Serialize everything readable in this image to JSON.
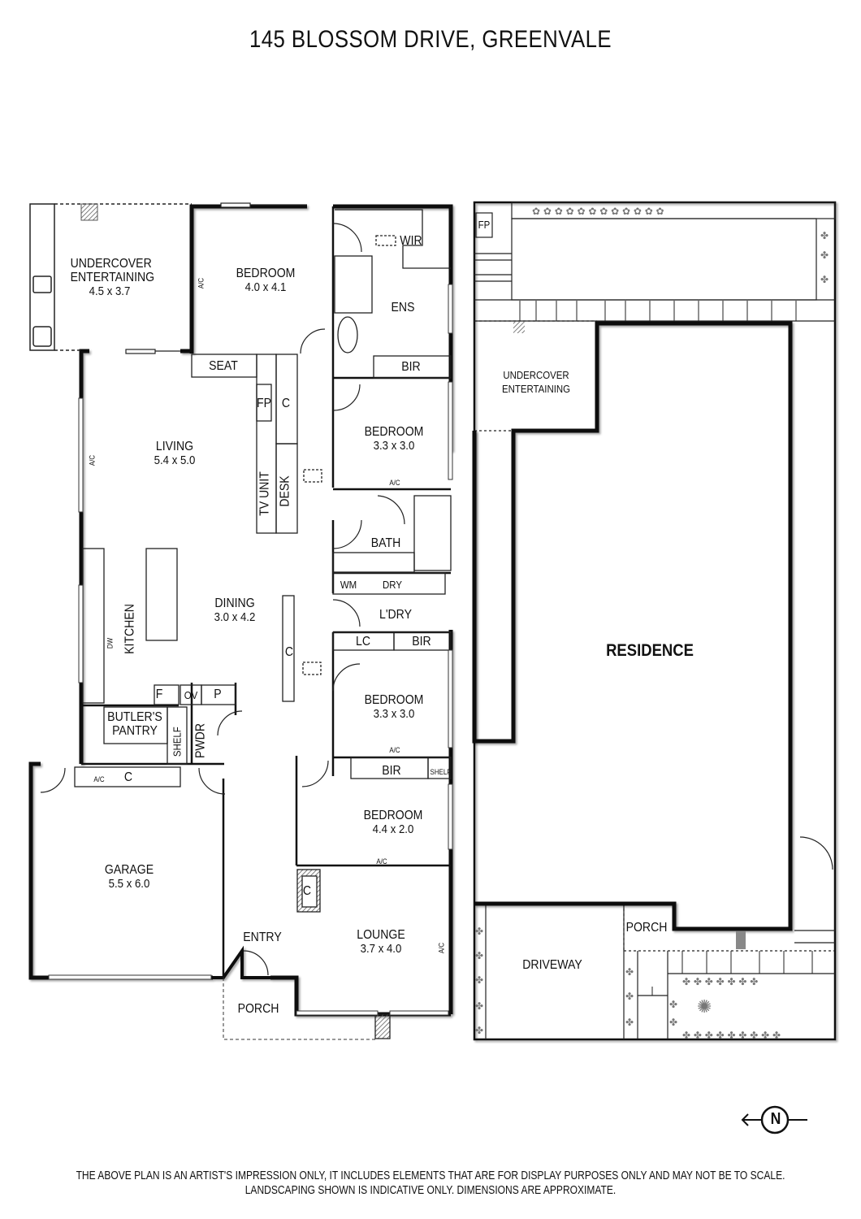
{
  "title": "145 BLOSSOM DRIVE, GREENVALE",
  "floor_plan": {
    "rooms": [
      {
        "name": "UNDERCOVER\nENTERTAINING",
        "line1": "UNDERCOVER",
        "line2": "ENTERTAINING",
        "dim": "4.5 x 3.7"
      },
      {
        "name": "BEDROOM",
        "dim": "4.0 x 4.1"
      },
      {
        "name": "WIR"
      },
      {
        "name": "ENS"
      },
      {
        "name": "BIR"
      },
      {
        "name": "SEAT"
      },
      {
        "name": "FP"
      },
      {
        "name": "C"
      },
      {
        "name": "LIVING",
        "dim": "5.4 x 5.0"
      },
      {
        "name": "BEDROOM",
        "dim": "3.3 x 3.0"
      },
      {
        "name": "TV UNIT"
      },
      {
        "name": "DESK"
      },
      {
        "name": "BATH"
      },
      {
        "name": "WM"
      },
      {
        "name": "DRY"
      },
      {
        "name": "L'DRY"
      },
      {
        "name": "KITCHEN"
      },
      {
        "name": "DINING",
        "dim": "3.0 x 4.2"
      },
      {
        "name": "DW"
      },
      {
        "name": "C"
      },
      {
        "name": "LC"
      },
      {
        "name": "BIR"
      },
      {
        "name": "BEDROOM",
        "dim": "3.3 x 3.0"
      },
      {
        "name": "F"
      },
      {
        "name": "OV"
      },
      {
        "name": "P"
      },
      {
        "name": "BUTLER'S",
        "line2": "PANTRY"
      },
      {
        "name": "SHELF"
      },
      {
        "name": "PWDR"
      },
      {
        "name": "C"
      },
      {
        "name": "BIR"
      },
      {
        "name": "SHELF"
      },
      {
        "name": "BEDROOM",
        "dim": "4.4 x 2.0"
      },
      {
        "name": "GARAGE",
        "dim": "5.5 x 6.0"
      },
      {
        "name": "C"
      },
      {
        "name": "ENTRY"
      },
      {
        "name": "LOUNGE",
        "dim": "3.7 x 4.0"
      },
      {
        "name": "PORCH"
      }
    ],
    "ac_label": "A/C"
  },
  "site_plan": {
    "labels": {
      "fp": "FP",
      "undercover_1": "UNDERCOVER",
      "undercover_2": "ENTERTAINING",
      "residence": "RESIDENCE",
      "porch": "PORCH",
      "driveway": "DRIVEWAY"
    }
  },
  "compass": {
    "label": "N",
    "icon": "north-arrow-icon"
  },
  "disclaimer": {
    "line1": "THE ABOVE PLAN IS AN ARTIST'S IMPRESSION ONLY, IT INCLUDES ELEMENTS THAT ARE FOR DISPLAY PURPOSES ONLY AND MAY NOT BE TO SCALE.",
    "line2": "LANDSCAPING SHOWN IS INDICATIVE ONLY. DIMENSIONS ARE APPROXIMATE."
  },
  "colors": {
    "wall": "#111111",
    "line": "#222222",
    "hatch": "#777777",
    "background": "#ffffff"
  }
}
